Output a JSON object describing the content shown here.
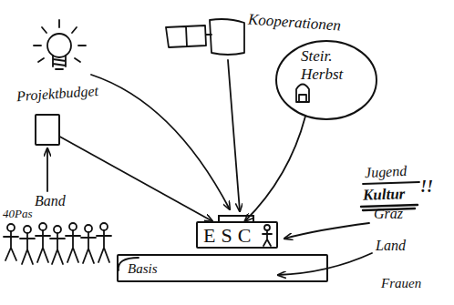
{
  "diagram": {
    "nodes": [
      {
        "text": [
          "Steir. Herbst"
        ]
      },
      {
        "text": [
          "Projektbudget"
        ]
      },
      {
        "text": [
          "ESC"
        ]
      },
      {
        "text": [
          "Basis"
        ]
      }
    ],
    "edges": [
      {
        "from": 1,
        "to": 2,
        "arrow": "to"
      },
      {
        "from": 0,
        "to": 2,
        "arrow": "to"
      }
    ],
    "labels": [
      "Kooperationen",
      "Band",
      "40Pas",
      "Jugend",
      "Kultur",
      "!!",
      "Graz",
      "Land",
      "Frauen"
    ]
  }
}
